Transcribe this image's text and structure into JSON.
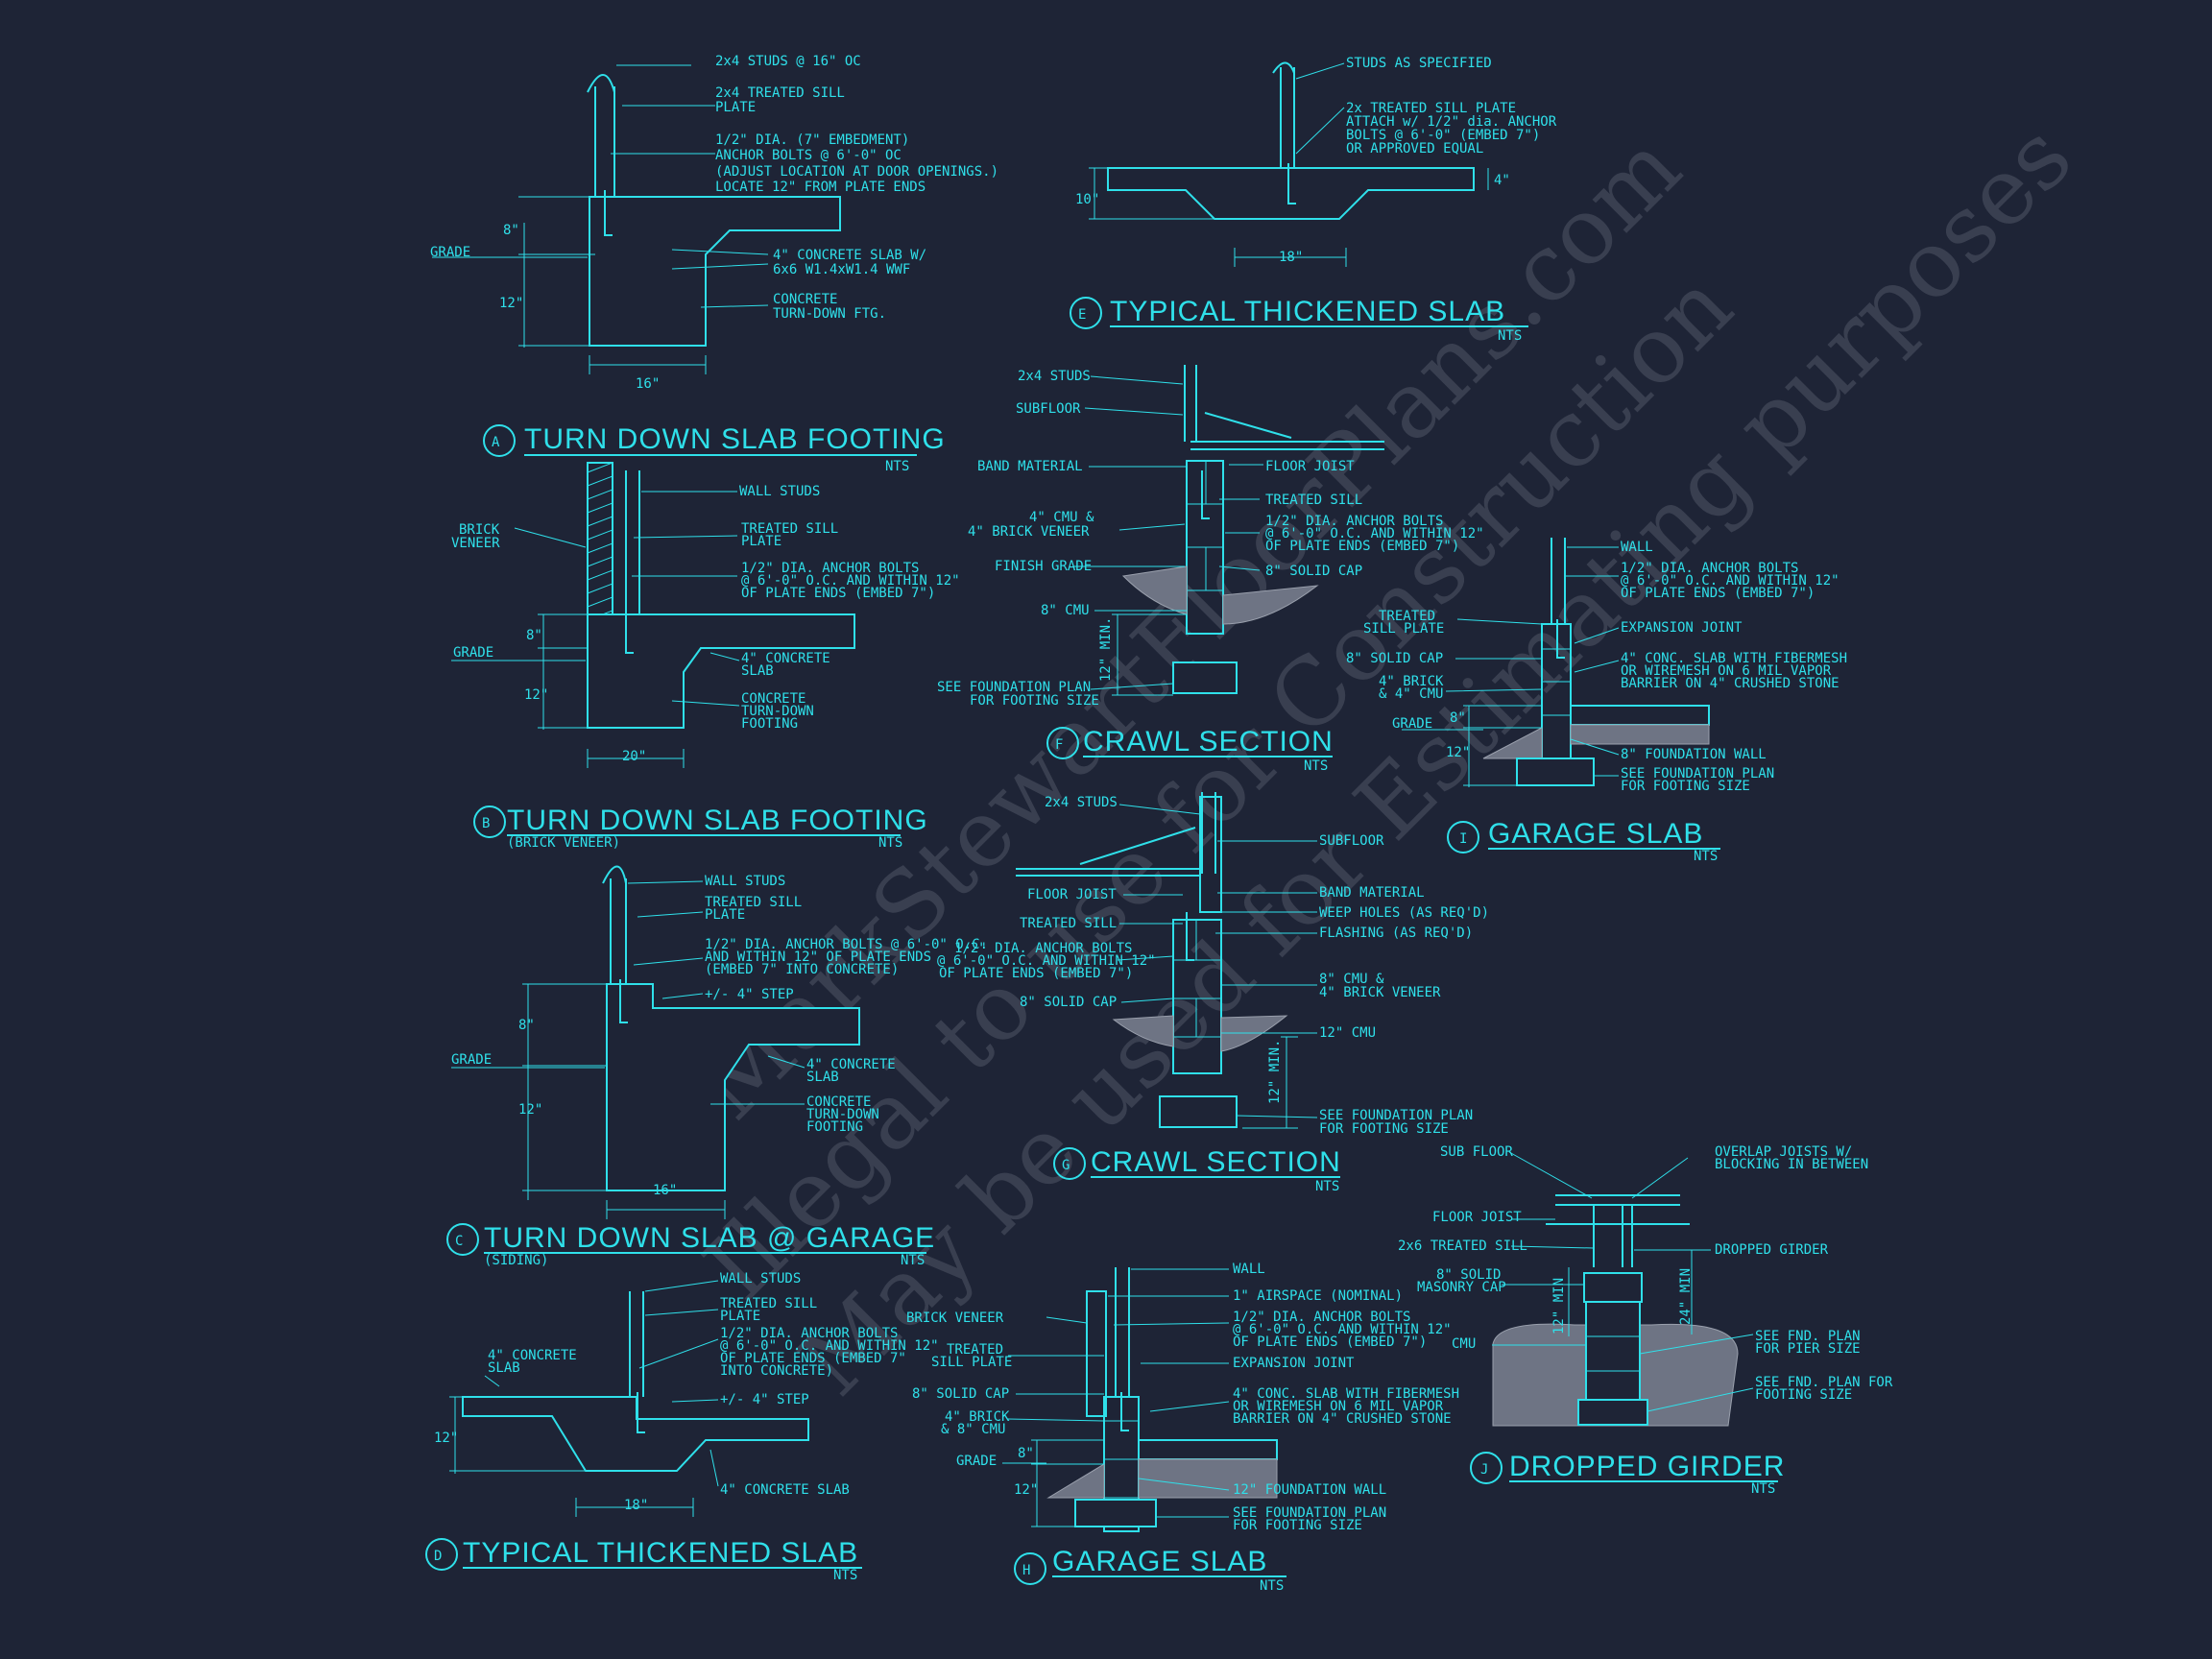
{
  "colors": {
    "background": "#1e2436",
    "line": "#2fe0ea",
    "soil": "#6e7484"
  },
  "watermark": {
    "line1": "© MarkStewartFloorPlans.com",
    "line2": "Illegal to use for Construction",
    "line3": "May be used for Estimating purposes"
  },
  "details": {
    "a": {
      "letter": "A",
      "title": "TURN DOWN SLAB FOOTING",
      "scale": "NTS",
      "notes": [
        "2x4 STUDS @ 16\" OC",
        "2x4 TREATED SILL",
        "PLATE",
        "1/2\" DIA. (7\" EMBEDMENT)",
        "ANCHOR BOLTS @ 6'-0\" OC",
        "(ADJUST LOCATION AT DOOR OPENINGS.)",
        "LOCATE 12\" FROM PLATE ENDS",
        "4\" CONCRETE SLAB W/",
        "6x6 W1.4xW1.4 WWF",
        "CONCRETE",
        "TURN-DOWN FTG."
      ],
      "grade": "GRADE",
      "dims": [
        "8\"",
        "12\"",
        "16\""
      ]
    },
    "b": {
      "letter": "B",
      "title": "TURN DOWN SLAB FOOTING",
      "subtitle": "(BRICK VENEER)",
      "scale": "NTS",
      "notes": [
        "WALL STUDS",
        "BRICK",
        "VENEER",
        "TREATED SILL",
        "PLATE",
        "1/2\" DIA. ANCHOR BOLTS",
        "@ 6'-0\" O.C. AND WITHIN 12\"",
        "OF PLATE ENDS (EMBED 7\")",
        "4\" CONCRETE",
        "SLAB",
        "CONCRETE",
        "TURN-DOWN",
        "FOOTING"
      ],
      "grade": "GRADE",
      "dims": [
        "8\"",
        "12\"",
        "20\""
      ]
    },
    "c": {
      "letter": "C",
      "title": "TURN DOWN SLAB @ GARAGE",
      "subtitle": "(SIDING)",
      "scale": "NTS",
      "notes": [
        "WALL STUDS",
        "TREATED SILL",
        "PLATE",
        "1/2\" DIA. ANCHOR BOLTS @ 6'-0\" O.C.",
        "AND WITHIN 12\" OF PLATE ENDS",
        "(EMBED 7\" INTO CONCRETE)",
        "+/- 4\" STEP",
        "4\" CONCRETE",
        "SLAB",
        "CONCRETE",
        "TURN-DOWN",
        "FOOTING"
      ],
      "grade": "GRADE",
      "dims": [
        "8\"",
        "12\"",
        "16\""
      ]
    },
    "d": {
      "letter": "D",
      "title": "TYPICAL THICKENED SLAB",
      "scale": "NTS",
      "notes": [
        "WALL STUDS",
        "TREATED SILL",
        "PLATE",
        "1/2\" DIA. ANCHOR BOLTS",
        "@ 6'-0\" O.C. AND WITHIN 12\"",
        "OF PLATE ENDS (EMBED 7\"",
        "INTO CONCRETE)",
        "4\" CONCRETE",
        "SLAB",
        "+/- 4\" STEP",
        "4\" CONCRETE SLAB"
      ],
      "dims": [
        "12\"",
        "18\""
      ]
    },
    "e": {
      "letter": "E",
      "title": "TYPICAL THICKENED SLAB",
      "scale": "NTS",
      "notes": [
        "STUDS AS SPECIFIED",
        "2x TREATED SILL PLATE",
        "ATTACH w/ 1/2\" dia. ANCHOR",
        "BOLTS @ 6'-0\" (EMBED 7\")",
        "OR APPROVED EQUAL"
      ],
      "dims": [
        "10\"",
        "4\"",
        "18\""
      ]
    },
    "f": {
      "letter": "F",
      "title": "CRAWL SECTION",
      "scale": "NTS",
      "notes": [
        "2x4 STUDS",
        "SUBFLOOR",
        "BAND MATERIAL",
        "FLOOR JOIST",
        "TREATED SILL",
        "4\" CMU &",
        "4\" BRICK VENEER",
        "1/2\" DIA. ANCHOR BOLTS",
        "@ 6'-0\" O.C. AND WITHIN 12\"",
        "OF PLATE ENDS (EMBED 7\")",
        "FINISH GRADE",
        "8\" SOLID CAP",
        "8\" CMU",
        "SEE FOUNDATION PLAN",
        "FOR FOOTING SIZE"
      ],
      "dims": [
        "12\" MIN."
      ]
    },
    "g": {
      "letter": "G",
      "title": "CRAWL SECTION",
      "scale": "NTS",
      "notes": [
        "2x4 STUDS",
        "SUBFLOOR",
        "FLOOR JOIST",
        "BAND MATERIAL",
        "WEEP HOLES (AS REQ'D)",
        "TREATED SILL",
        "FLASHING (AS REQ'D)",
        "1/2\" DIA. ANCHOR BOLTS",
        "@ 6'-0\" O.C. AND WITHIN 12\"",
        "OF PLATE ENDS (EMBED 7\")",
        "8\" SOLID CAP",
        "8\" CMU &",
        "4\" BRICK VENEER",
        "12\" CMU",
        "SEE FOUNDATION PLAN",
        "FOR FOOTING SIZE"
      ],
      "dims": [
        "12\" MIN."
      ]
    },
    "h": {
      "letter": "H",
      "title": "GARAGE SLAB",
      "scale": "NTS",
      "notes": [
        "WALL",
        "BRICK VENEER",
        "1\" AIRSPACE (NOMINAL)",
        "1/2\" DIA. ANCHOR BOLTS",
        "@ 6'-0\" O.C. AND WITHIN 12\"",
        "OF PLATE ENDS (EMBED 7\")",
        "TREATED",
        "SILL PLATE",
        "EXPANSION JOINT",
        "8\" SOLID CAP",
        "4\" CONC. SLAB WITH FIBERMESH",
        "OR WIREMESH ON 6 MIL VAPOR",
        "BARRIER ON 4\" CRUSHED STONE",
        "4\" BRICK",
        "& 8\" CMU",
        "GRADE",
        "12\" FOUNDATION WALL",
        "SEE FOUNDATION PLAN",
        "FOR FOOTING SIZE"
      ],
      "dims": [
        "8\"",
        "12\""
      ]
    },
    "i": {
      "letter": "I",
      "title": "GARAGE SLAB",
      "scale": "NTS",
      "notes": [
        "WALL",
        "1/2\" DIA. ANCHOR BOLTS",
        "@ 6'-0\" O.C. AND WITHIN 12\"",
        "OF PLATE ENDS (EMBED 7\")",
        "TREATED",
        "SILL PLATE",
        "EXPANSION JOINT",
        "8\" SOLID CAP",
        "4\" CONC. SLAB WITH FIBERMESH",
        "OR WIREMESH ON 6 MIL VAPOR",
        "BARRIER ON 4\" CRUSHED STONE",
        "4\" BRICK",
        "& 4\" CMU",
        "GRADE",
        "8\" FOUNDATION WALL",
        "SEE FOUNDATION PLAN",
        "FOR FOOTING SIZE"
      ],
      "dims": [
        "8\"",
        "12\""
      ]
    },
    "j": {
      "letter": "J",
      "title": "DROPPED GIRDER",
      "scale": "NTS",
      "notes": [
        "SUB FLOOR",
        "OVERLAP JOISTS W/",
        "BLOCKING IN BETWEEN",
        "FLOOR JOIST",
        "2x6 TREATED SILL",
        "DROPPED GIRDER",
        "8\" SOLID",
        "MASONRY CAP",
        "CMU",
        "SEE FND. PLAN",
        "FOR PIER SIZE",
        "SEE FND. PLAN FOR",
        "FOOTING SIZE"
      ],
      "dims": [
        "12\" MIN",
        "24\" MIN"
      ]
    }
  }
}
